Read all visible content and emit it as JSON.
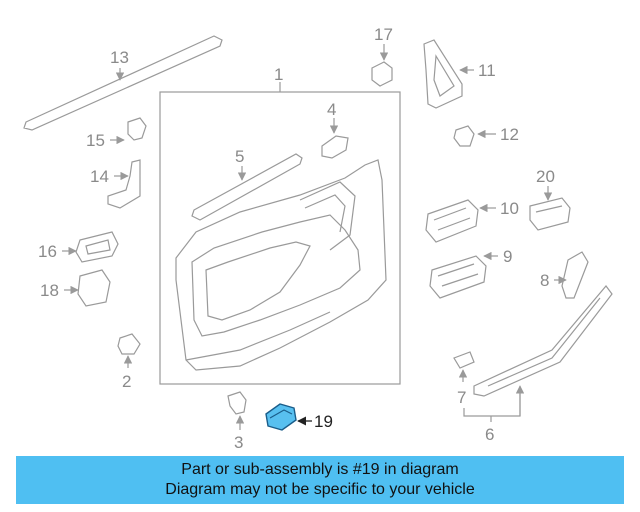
{
  "diagram": {
    "callouts": [
      "1",
      "2",
      "3",
      "4",
      "5",
      "6",
      "7",
      "8",
      "9",
      "10",
      "11",
      "12",
      "13",
      "14",
      "15",
      "16",
      "17",
      "18",
      "19",
      "20"
    ],
    "highlighted": "19",
    "colors": {
      "outline": "#9a9a9a",
      "label": "#8a8a8a",
      "highlight_fill": "#58c0f0",
      "highlight_stroke": "#1a5d8a"
    }
  },
  "banner": {
    "line1": "Part or sub-assembly is #19 in diagram",
    "line2": "Diagram may not be specific to your vehicle",
    "color": "#4fbff2"
  }
}
